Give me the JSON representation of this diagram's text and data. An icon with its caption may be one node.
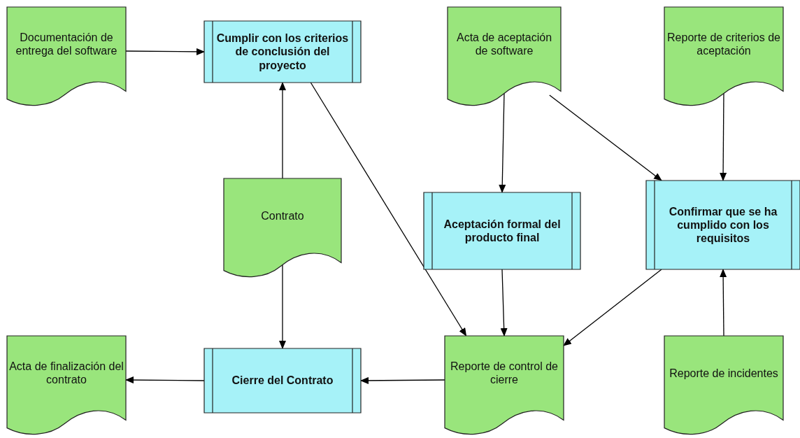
{
  "diagram": {
    "nodes": [
      {
        "text": [
          "Documentación de entrega del software"
        ]
      },
      {
        "text": [
          "Cumplir con los criterios de conclusión del proyecto"
        ]
      },
      {
        "text": [
          "Acta de aceptación de software"
        ]
      },
      {
        "text": [
          "Reporte de criterios de aceptación"
        ]
      },
      {
        "text": [
          "Contrato"
        ]
      },
      {
        "text": [
          "Aceptación formal del producto final"
        ]
      },
      {
        "text": [
          "Confirmar que se ha cumplido con los requisitos"
        ]
      },
      {
        "text": [
          "Acta de finalización del contrato"
        ]
      },
      {
        "text": [
          "Cierre del Contrato"
        ]
      },
      {
        "text": [
          "Reporte de control de cierre"
        ]
      },
      {
        "text": [
          "Reporte de incidentes"
        ]
      }
    ],
    "edges": [
      {
        "from": 0,
        "to": 1,
        "arrow": "to"
      },
      {
        "from": 4,
        "to": 1,
        "arrow": "to"
      },
      {
        "from": 4,
        "to": 8,
        "arrow": "to"
      },
      {
        "from": 1,
        "to": 9,
        "arrow": "to"
      },
      {
        "from": 2,
        "to": 5,
        "arrow": "to"
      },
      {
        "from": 2,
        "to": 6,
        "arrow": "to"
      },
      {
        "from": 3,
        "to": 6,
        "arrow": "to"
      },
      {
        "from": 5,
        "to": 9,
        "arrow": "to"
      },
      {
        "from": 6,
        "to": 9,
        "arrow": "to"
      },
      {
        "from": 10,
        "to": 6,
        "arrow": "to"
      },
      {
        "from": 9,
        "to": 8,
        "arrow": "to"
      },
      {
        "from": 8,
        "to": 7,
        "arrow": "to"
      }
    ]
  }
}
